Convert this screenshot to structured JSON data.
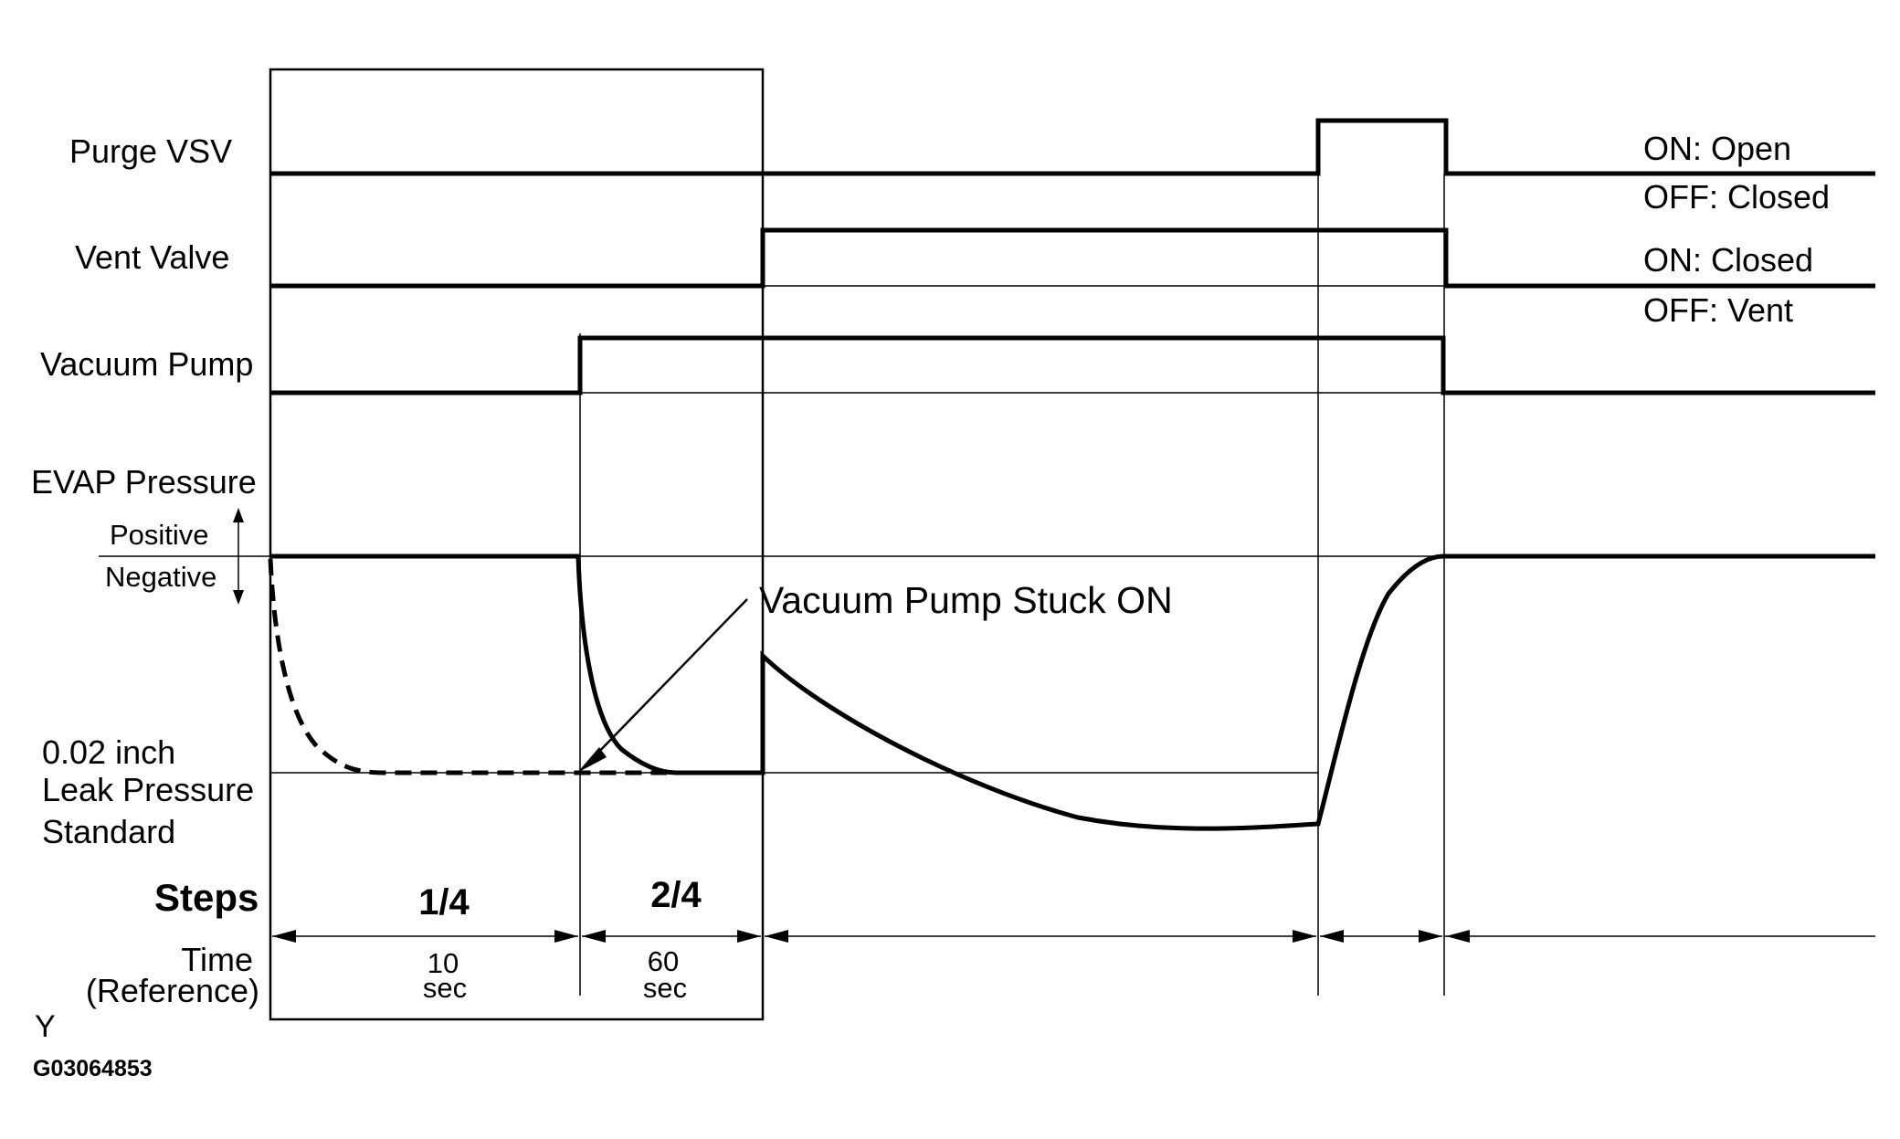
{
  "signals": {
    "purge_vsv": {
      "label": "Purge VSV",
      "on_state": "ON: Open",
      "off_state": "OFF: Closed"
    },
    "vent_valve": {
      "label": "Vent Valve",
      "on_state": "ON: Closed",
      "off_state": "OFF: Vent"
    },
    "vacuum_pump": {
      "label": "Vacuum Pump"
    },
    "evap_pressure": {
      "label": "EVAP Pressure",
      "positive": "Positive",
      "negative": "Negative"
    }
  },
  "leak_standard": {
    "line1": "0.02 inch",
    "line2": "Leak Pressure",
    "line3": "Standard"
  },
  "annotation": "Vacuum Pump Stuck ON",
  "steps": {
    "label": "Steps",
    "values": [
      "1/4",
      "2/4"
    ]
  },
  "time": {
    "label_line1": "Time",
    "label_line2": "(Reference)",
    "values": [
      {
        "value": "10",
        "unit": "sec"
      },
      {
        "value": "60",
        "unit": "sec"
      }
    ]
  },
  "footer": {
    "letter": "Y",
    "figure_id": "G03064853"
  }
}
